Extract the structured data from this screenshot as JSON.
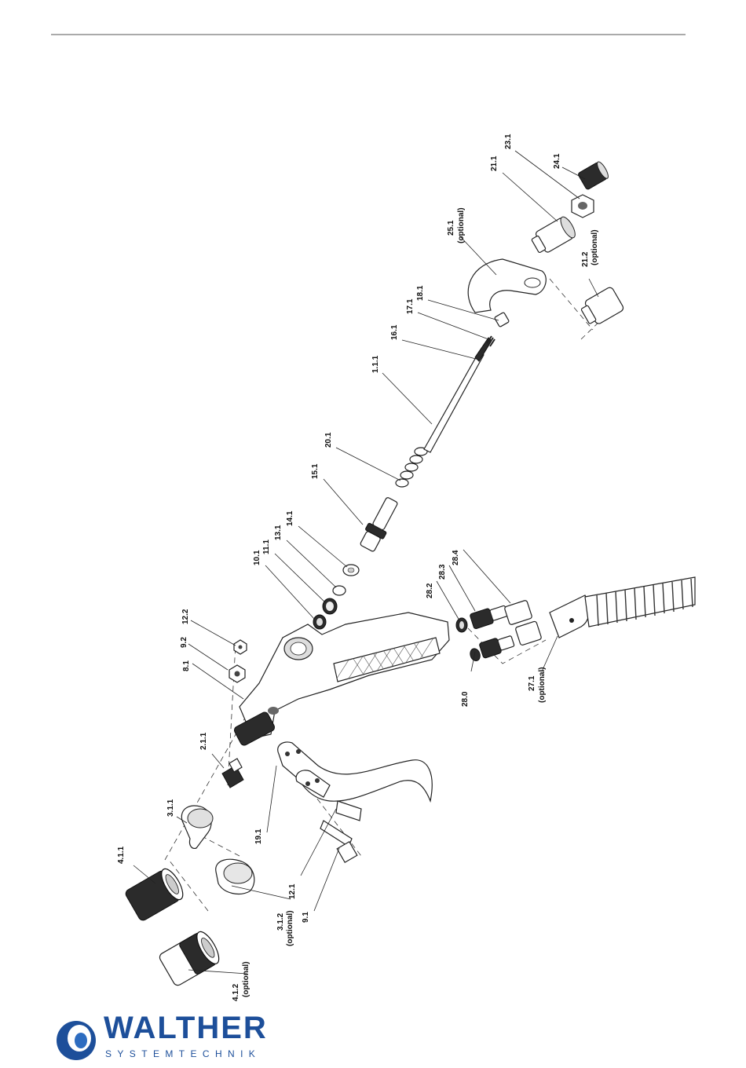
{
  "callouts": {
    "p_4_1_1": "4.1.1",
    "p_3_1_1": "3.1.1",
    "p_2_1_1": "2.1.1",
    "p_8_1": "8.1",
    "p_9_2": "9.2",
    "p_12_2": "12.2",
    "p_19_1": "19.1",
    "p_12_1": "12.1",
    "p_9_1": "9.1",
    "p_3_1_2": "3.1.2",
    "p_3_1_2_note": "(optional)",
    "p_4_1_2": "4.1.2",
    "p_4_1_2_note": "(optional)",
    "p_10_1": "10.1",
    "p_11_1": "11.1",
    "p_13_1": "13.1",
    "p_14_1": "14.1",
    "p_15_1": "15.1",
    "p_20_1": "20.1",
    "p_1_1_1": "1.1.1",
    "p_16_1": "16.1",
    "p_17_1": "17.1",
    "p_18_1": "18.1",
    "p_25_1": "25.1",
    "p_25_1_note": "(optional)",
    "p_21_1": "21.1",
    "p_23_1": "23.1",
    "p_24_1": "24.1",
    "p_21_2": "21.2",
    "p_21_2_note": "(optional)",
    "p_28_2": "28.2",
    "p_28_3": "28.3",
    "p_28_4": "28.4",
    "p_28_0": "28.0",
    "p_27_1": "27.1",
    "p_27_1_note": "(optional)"
  },
  "brand": {
    "logo_word": "WALTHER",
    "logo_sub": "SYSTEMTECHNIK",
    "color": "#1d4f9a"
  }
}
